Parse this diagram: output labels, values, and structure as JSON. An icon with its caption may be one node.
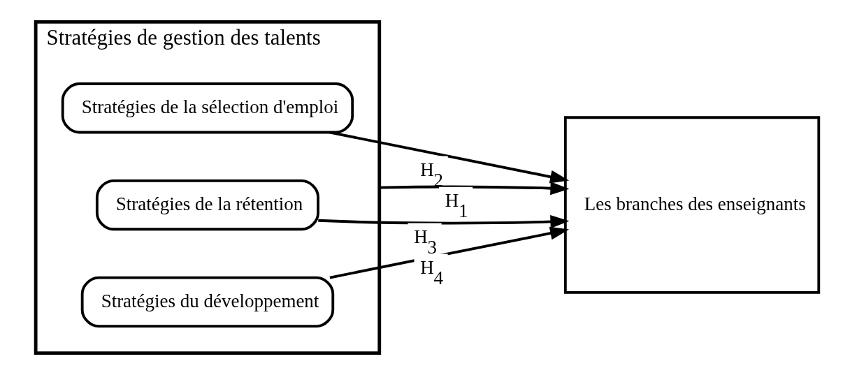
{
  "diagram": {
    "nodes": [
      {
        "text": [
          "Stratégies de gestion des talents"
        ]
      },
      {
        "text": [
          "Stratégies de la sélection d'emploi"
        ],
        "in": 0
      },
      {
        "text": [
          "Stratégies de la rétention"
        ],
        "in": 0
      },
      {
        "text": [
          "Stratégies du développement"
        ],
        "in": 0
      },
      {
        "text": [
          "Les branches des enseignants"
        ]
      }
    ],
    "edges": [
      {
        "from": 1,
        "to": 4,
        "arrow": "to",
        "label": "H$_{2}$"
      },
      {
        "from": 2,
        "to": 4,
        "arrow": "to",
        "label": "H$_{3}$"
      },
      {
        "from": 3,
        "to": 4,
        "arrow": "to",
        "label": "H$_{4}$"
      },
      {
        "from": 0,
        "to": 4,
        "arrow": "to",
        "label": "H$_{1}$"
      }
    ]
  }
}
